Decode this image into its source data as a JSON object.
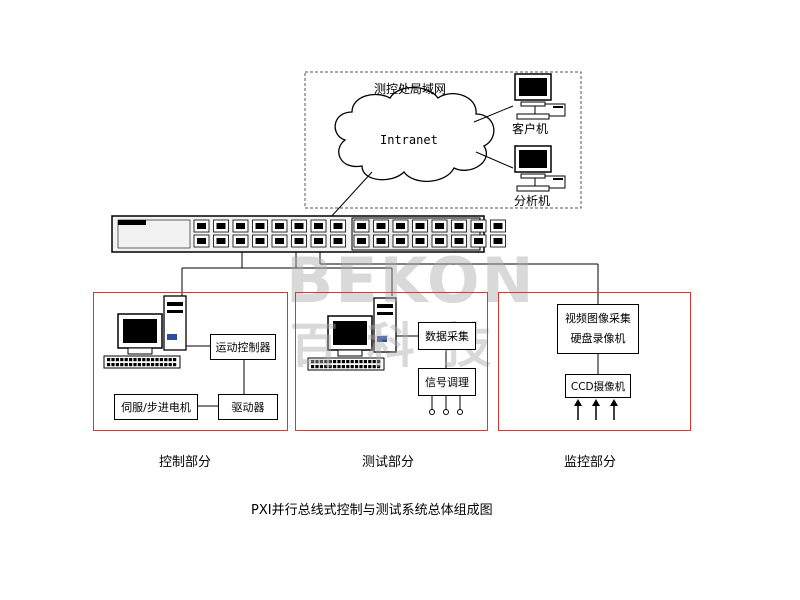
{
  "network": {
    "lan_label": "测控处局域网",
    "cloud_label": "Intranet",
    "client_label": "客户机",
    "analysis_label": "分析机"
  },
  "control": {
    "caption": "控制部分",
    "motion_controller": "运动控制器",
    "servo_motor": "伺服/步进电机",
    "driver": "驱动器"
  },
  "test": {
    "caption": "测试部分",
    "data_acquisition": "数据采集",
    "signal_conditioning": "信号调理"
  },
  "monitor": {
    "caption": "监控部分",
    "video_capture_line1": "视频图像采集",
    "video_capture_line2": "硬盘录像机",
    "ccd_camera": "CCD摄像机"
  },
  "watermark": {
    "latin": "BEKON",
    "chinese": "百 科 技"
  },
  "title": "PXI并行总线式控制与测试系统总体组成图"
}
